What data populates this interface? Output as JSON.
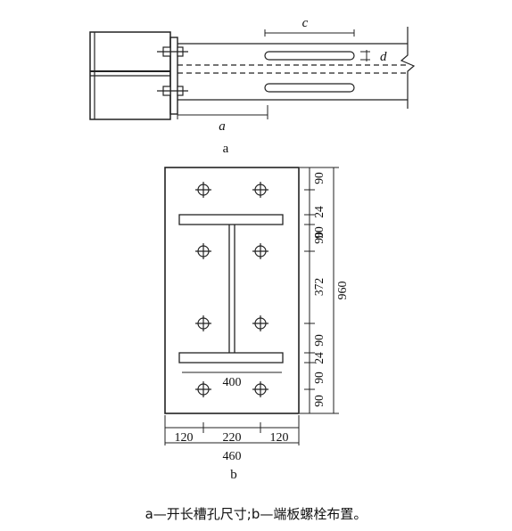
{
  "figure_a": {
    "dim_c": "c",
    "dim_d": "d",
    "dim_a": "a",
    "label": "a"
  },
  "figure_b": {
    "dim_right_col": [
      "90",
      "24",
      "90",
      "90",
      "372",
      "90",
      "24",
      "90",
      "90"
    ],
    "dim_total_height": "960",
    "dim_flange_width": "400",
    "dim_bottom": [
      "120",
      "220",
      "120"
    ],
    "dim_total_width": "460",
    "label": "b"
  },
  "caption": "a—开长槽孔尺寸;b—端板螺栓布置。"
}
